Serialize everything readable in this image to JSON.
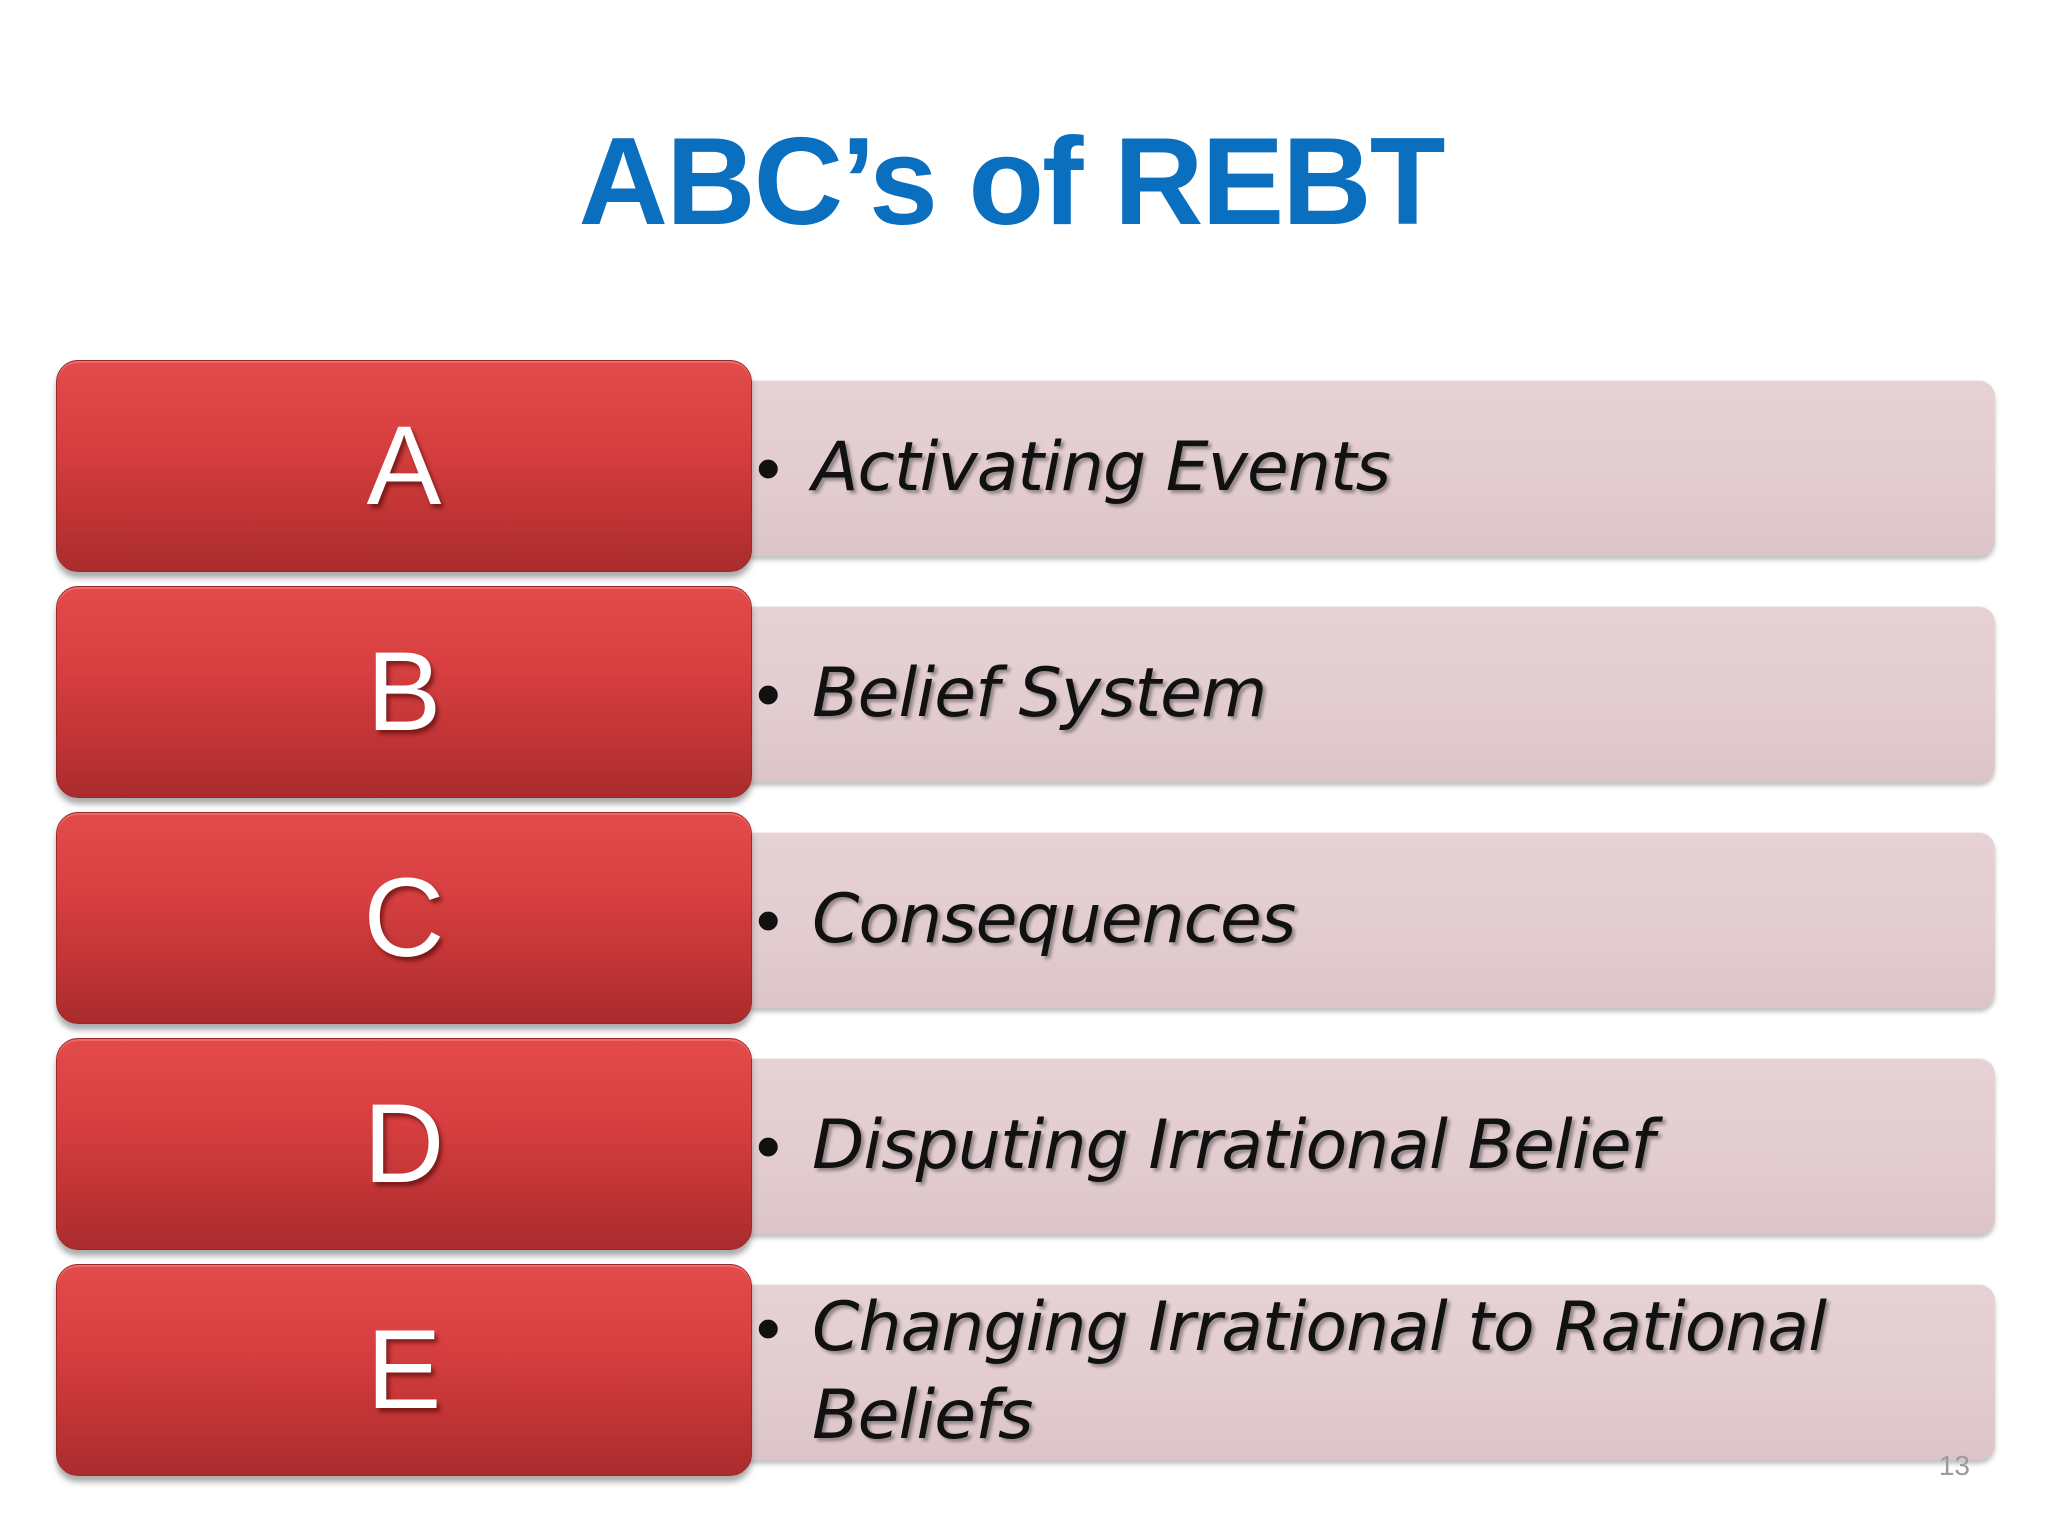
{
  "slide": {
    "title": "ABC’s of REBT",
    "items": [
      {
        "letter": "A",
        "text": "Activating Events"
      },
      {
        "letter": "B",
        "text": "Belief System"
      },
      {
        "letter": "C",
        "text": "Consequences"
      },
      {
        "letter": "D",
        "text": "Disputing Irrational Belief"
      },
      {
        "letter": "E",
        "text": "Changing Irrational to Rational Beliefs"
      }
    ],
    "bullet": "•",
    "page_number": "13"
  },
  "colors": {
    "title": "#0b6fc0",
    "letter_box": "#d83f40",
    "desc_box": "#e2cccf",
    "text": "#111111"
  }
}
